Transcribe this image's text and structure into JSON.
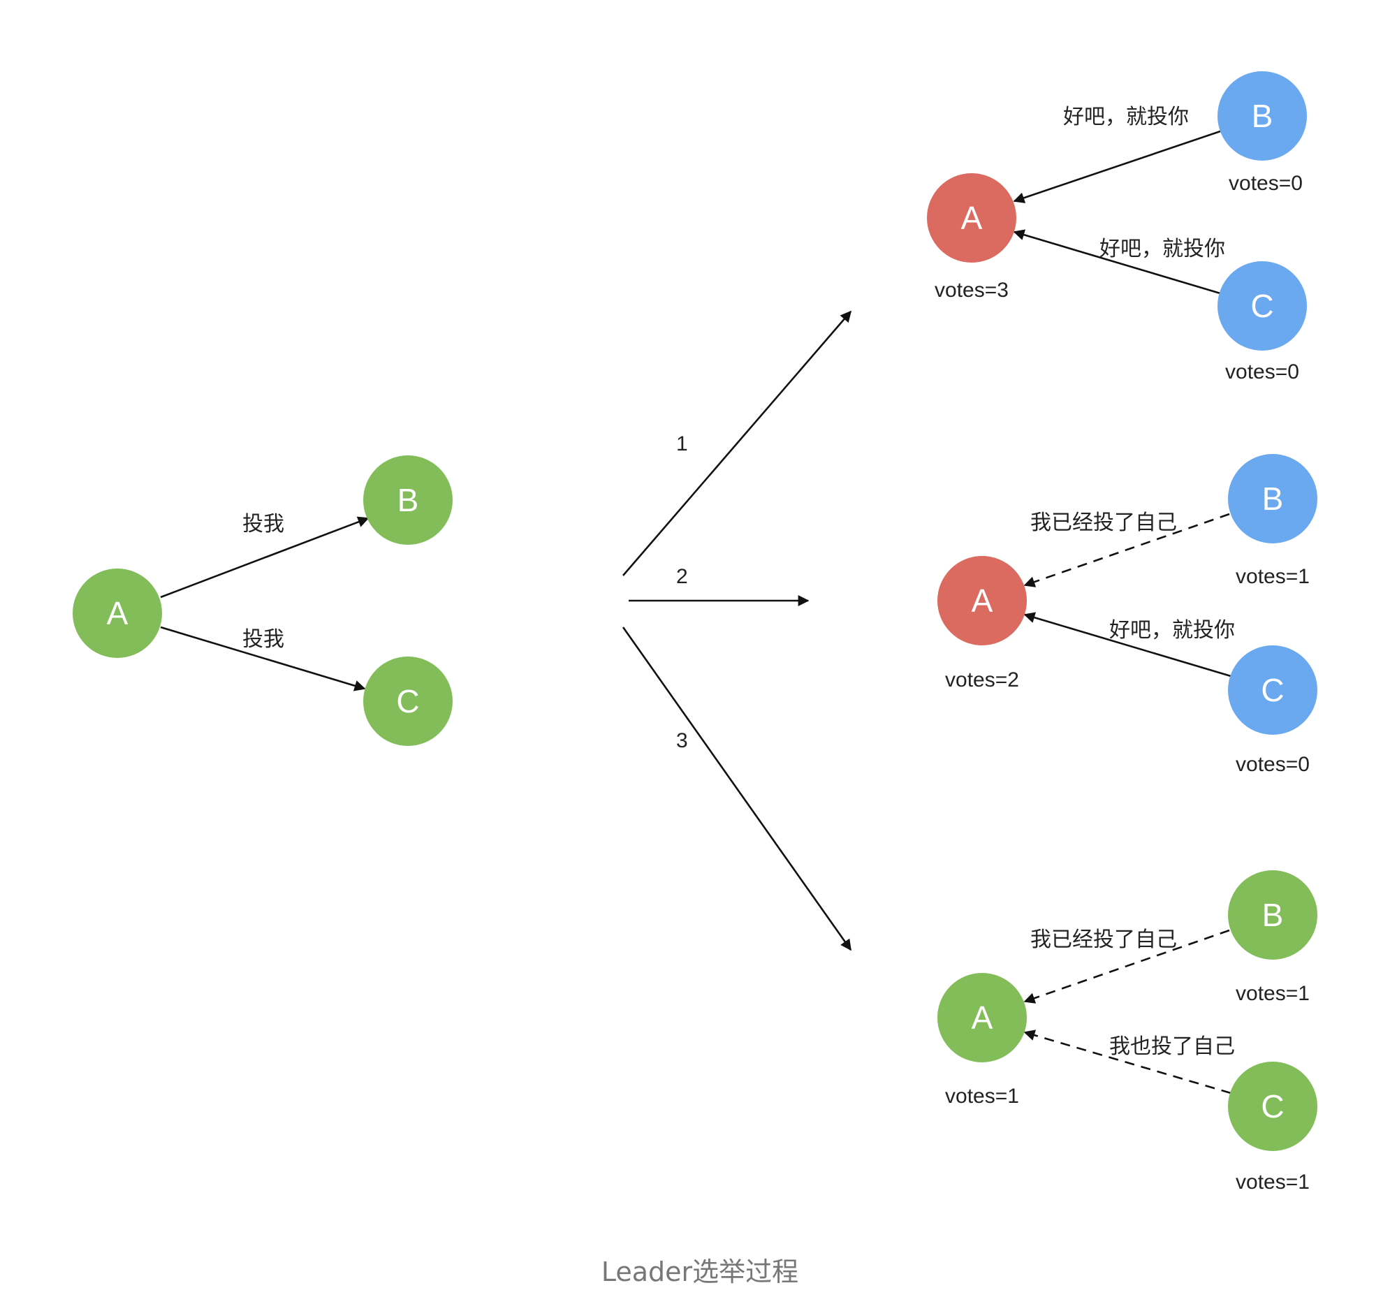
{
  "colors": {
    "green": "#82bd59",
    "red": "#db6a60",
    "blue": "#6aa8ef",
    "line": "#111111",
    "caption": "#777777"
  },
  "initial": {
    "node_a": "A",
    "node_b": "B",
    "node_c": "C",
    "label_ab": "投我",
    "label_ac": "投我"
  },
  "branches": {
    "b1": "1",
    "b2": "2",
    "b3": "3"
  },
  "scenario1": {
    "a": {
      "label": "A",
      "votes": "votes=3"
    },
    "b": {
      "label": "B",
      "votes": "votes=0"
    },
    "c": {
      "label": "C",
      "votes": "votes=0"
    },
    "label_ba": "好吧，就投你",
    "label_ca": "好吧，就投你"
  },
  "scenario2": {
    "a": {
      "label": "A",
      "votes": "votes=2"
    },
    "b": {
      "label": "B",
      "votes": "votes=1"
    },
    "c": {
      "label": "C",
      "votes": "votes=0"
    },
    "label_ba": "我已经投了自己",
    "label_ca": "好吧，就投你"
  },
  "scenario3": {
    "a": {
      "label": "A",
      "votes": "votes=1"
    },
    "b": {
      "label": "B",
      "votes": "votes=1"
    },
    "c": {
      "label": "C",
      "votes": "votes=1"
    },
    "label_ba": "我已经投了自己",
    "label_ca": "我也投了自己"
  },
  "caption": "Leader选举过程"
}
